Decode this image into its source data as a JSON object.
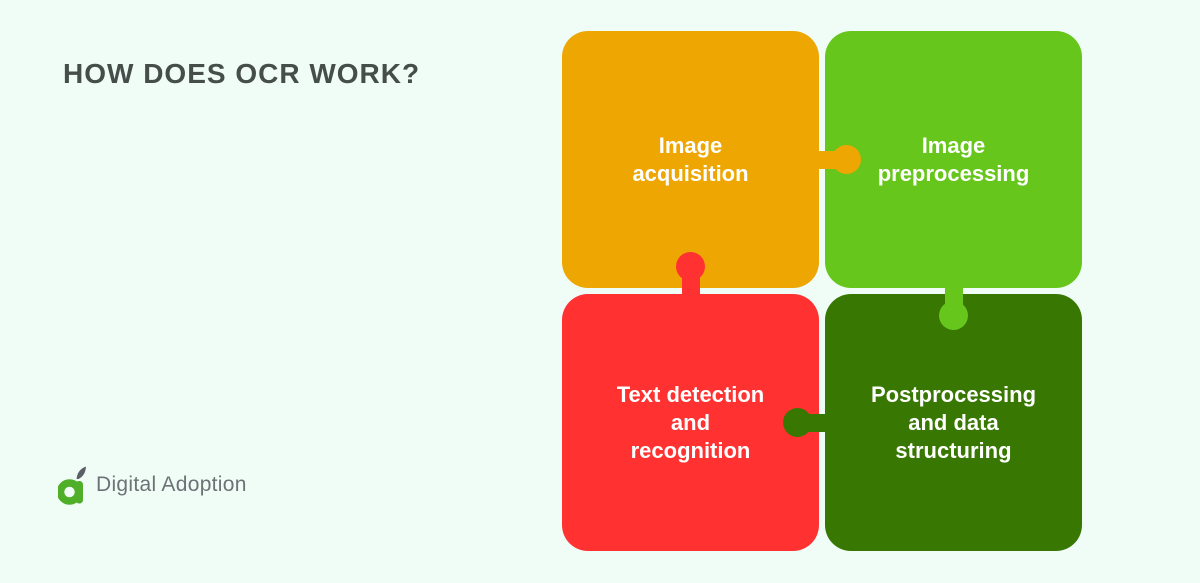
{
  "page": {
    "background_color": "#f0fcf6"
  },
  "header": {
    "title": "HOW DOES OCR WORK?",
    "title_color": "#464e4c"
  },
  "puzzle": {
    "label_text_color": "#ffffff",
    "pieces": [
      {
        "id": "image-acquisition",
        "label": "Image\nacquisition",
        "color": "#eda602",
        "grid_position": "top-left",
        "tab_direction": "right"
      },
      {
        "id": "image-preprocessing",
        "label": "Image\npreprocessing",
        "color": "#66c61c",
        "grid_position": "top-right",
        "tab_direction": "down"
      },
      {
        "id": "text-detection-and-recognition",
        "label": "Text detection\nand\nrecognition",
        "color": "#ff3131",
        "grid_position": "bottom-left",
        "tab_direction": "up"
      },
      {
        "id": "postprocessing-and-data-structuring",
        "label": "Postprocessing\nand data\nstructuring",
        "color": "#387702",
        "grid_position": "bottom-right",
        "tab_direction": "left"
      }
    ]
  },
  "footer": {
    "brand_name": "Digital Adoption",
    "brand_text_color": "#6d7276",
    "logo_icon": "digital-adoption-a-icon",
    "logo_green": "#4faf28",
    "logo_leaf_gray": "#5b6064"
  }
}
